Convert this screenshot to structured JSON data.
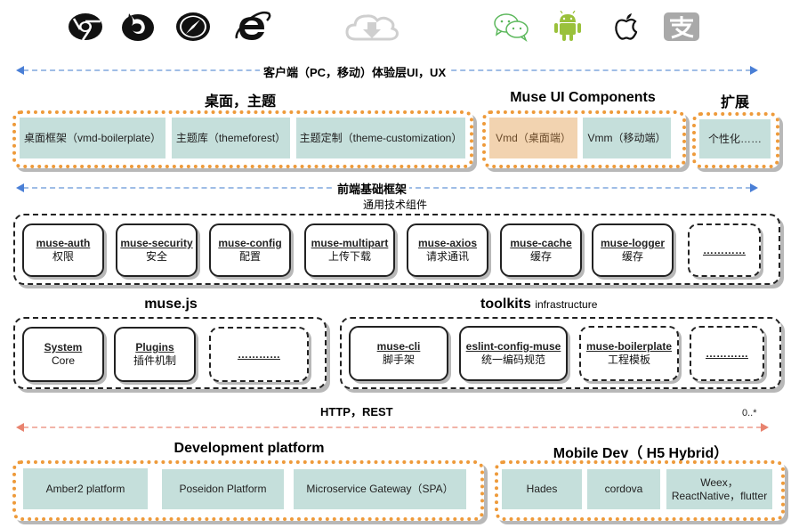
{
  "icons": {
    "browsers": [
      "chrome-icon",
      "firefox-icon",
      "safari-icon",
      "ie-icon"
    ],
    "center": "cloud-download-icon",
    "mobile": [
      "wechat-icon",
      "android-icon",
      "apple-icon",
      "alipay-icon"
    ]
  },
  "colors": {
    "orange_border": "#ee9a3a",
    "teal_cell": "#c5dfdb",
    "peach_cell": "#f2d3b0",
    "blue_arrow": "#4a7fd6",
    "red_arrow": "#e8836f"
  },
  "client_layer": {
    "label": "客户端（PC，移动）体验层UI，UX"
  },
  "desktop": {
    "title": "桌面，主题",
    "items": [
      "桌面框架（vmd-boilerplate）",
      "主题库（themeforest）",
      "主题定制（theme-customization）"
    ]
  },
  "muse_ui": {
    "title": "Muse UI Components",
    "items": [
      "Vmd（桌面端）",
      "Vmm（移动端）"
    ]
  },
  "extension": {
    "title": "扩展",
    "items": [
      "个性化……"
    ]
  },
  "frontend_base": {
    "label": "前端基础框架",
    "subtitle": "通用技术组件",
    "modules": [
      {
        "name": "muse-auth",
        "desc": "权限"
      },
      {
        "name": "muse-security",
        "desc": "安全"
      },
      {
        "name": "muse-config",
        "desc": "配置"
      },
      {
        "name": "muse-multipart",
        "desc": "上传下载"
      },
      {
        "name": "muse-axios",
        "desc": "请求通讯"
      },
      {
        "name": "muse-cache",
        "desc": "缓存"
      },
      {
        "name": "muse-logger",
        "desc": "缓存"
      },
      {
        "name": "…………",
        "desc": ""
      }
    ]
  },
  "musejs": {
    "title": "muse.js",
    "modules": [
      {
        "name": "System",
        "desc": "Core"
      },
      {
        "name": "Plugins",
        "desc": "插件机制"
      },
      {
        "name": "…………",
        "desc": ""
      }
    ]
  },
  "toolkits": {
    "title": "toolkits",
    "subtitle": "infrastructure",
    "modules": [
      {
        "name": "muse-cli",
        "desc": "脚手架"
      },
      {
        "name": "eslint-config-muse",
        "desc": "统一编码规范"
      },
      {
        "name": "muse-boilerplate",
        "desc": "工程模板"
      },
      {
        "name": "…………",
        "desc": ""
      }
    ]
  },
  "http": {
    "label": "HTTP，REST",
    "multiplicity": "0..*"
  },
  "dev_platform": {
    "title": "Development platform",
    "items": [
      "Amber2 platform",
      "Poseidon Platform",
      "Microservice Gateway（SPA）"
    ]
  },
  "mobile_dev": {
    "title": "Mobile Dev（ H5 Hybrid）",
    "items": [
      "Hades",
      "cordova",
      "Weex，\nReactNative，flutter"
    ],
    "items_line1": "Weex，",
    "items_line2": "ReactNative，flutter"
  }
}
